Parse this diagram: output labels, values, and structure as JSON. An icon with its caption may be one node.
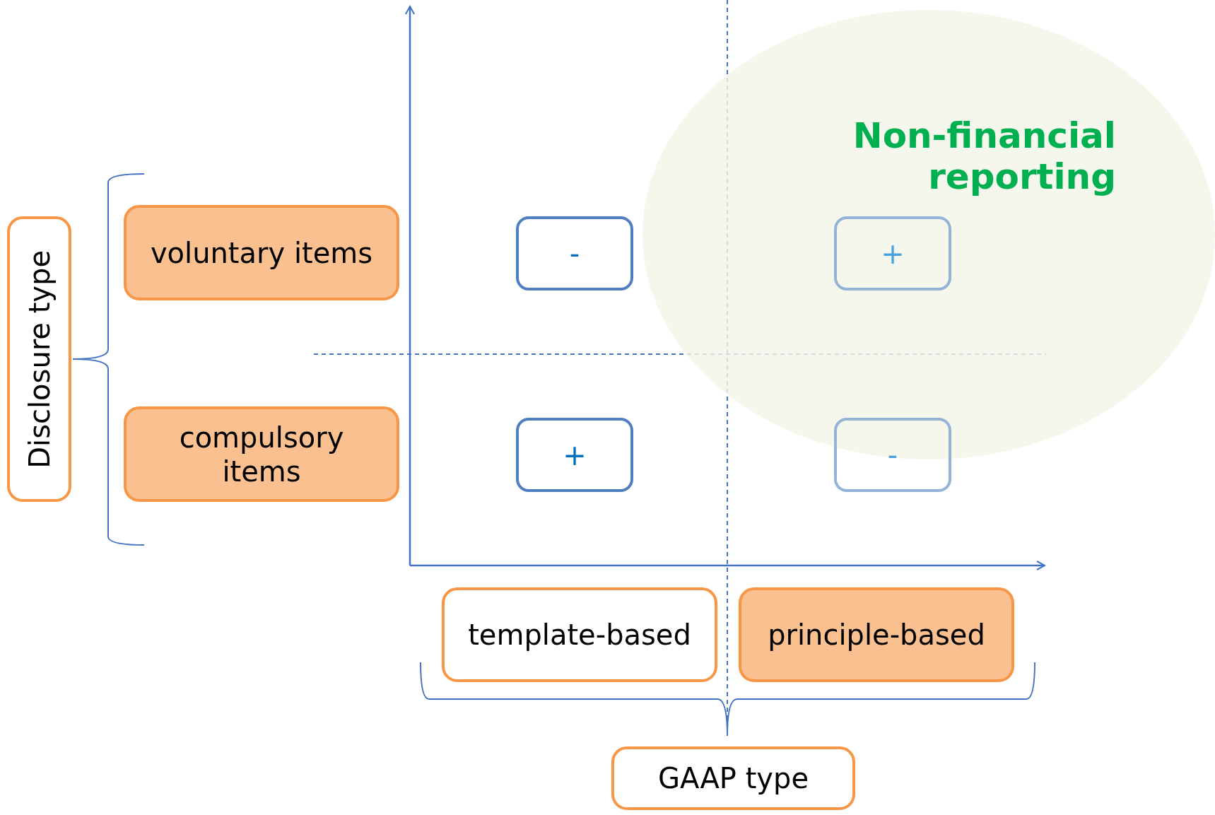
{
  "diagram": {
    "nodes": [
      {
        "text": [
          "Disclosure type"
        ]
      },
      {
        "text": [
          "voluntary items"
        ]
      },
      {
        "text": [
          "compulsory items"
        ]
      },
      {
        "text": [
          "-"
        ]
      },
      {
        "text": [
          "Non-financial reporting"
        ]
      },
      {
        "text": [
          "+"
        ],
        "in": 4
      },
      {
        "text": [
          "+"
        ]
      },
      {
        "text": [
          "-"
        ]
      },
      {
        "text": [
          "template-based"
        ]
      },
      {
        "text": [
          "principle-based"
        ]
      },
      {
        "text": [
          "GAAP type"
        ]
      }
    ]
  }
}
